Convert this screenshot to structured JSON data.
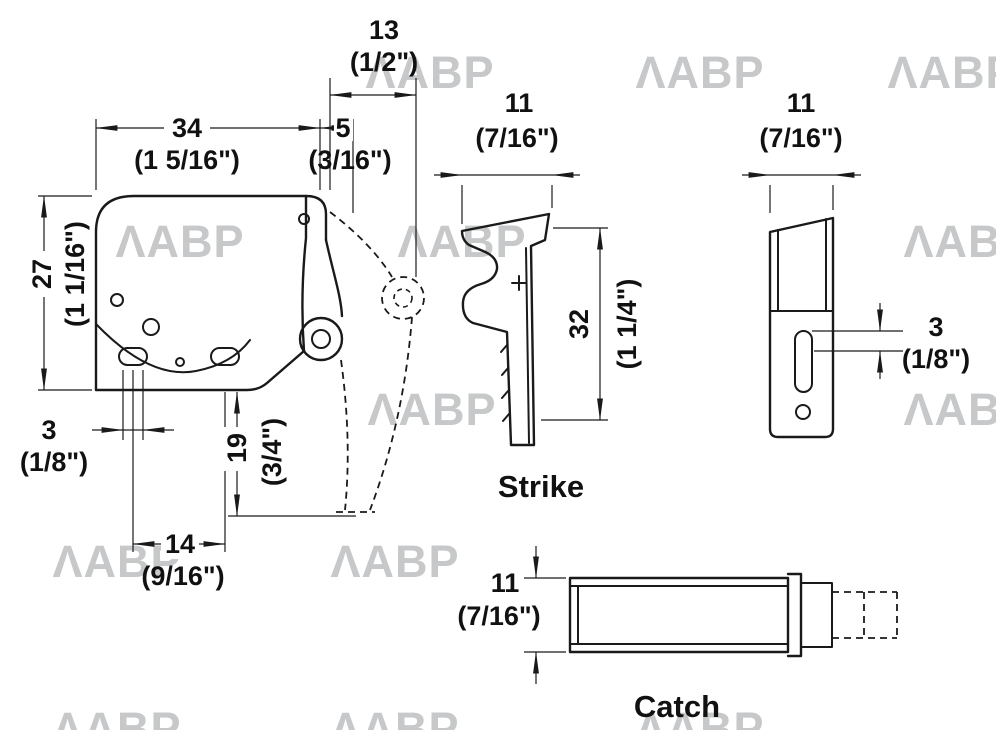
{
  "watermark": {
    "text": "ΛABP",
    "color": "#c6c8ca"
  },
  "drawing_color": "#1a1a1a",
  "latch_view": {
    "dim_13": {
      "mm": "13",
      "inch": "(1/2\")"
    },
    "dim_34": {
      "mm": "34",
      "inch": "(1 5/16\")"
    },
    "dim_5": {
      "mm": "5",
      "inch": "(3/16\")"
    },
    "dim_27": {
      "mm": "27",
      "inch": "(1 1/16\")"
    },
    "dim_3": {
      "mm": "3",
      "inch": "(1/8\")"
    },
    "dim_19": {
      "mm": "19",
      "inch": "(3/4\")"
    },
    "dim_14": {
      "mm": "14",
      "inch": "(9/16\")"
    }
  },
  "strike_side_view": {
    "label": "Strike",
    "dim_11": {
      "mm": "11",
      "inch": "(7/16\")"
    },
    "dim_32": {
      "mm": "32",
      "inch": "(1 1/4\")"
    }
  },
  "strike_front_view": {
    "dim_11": {
      "mm": "11",
      "inch": "(7/16\")"
    },
    "dim_3": {
      "mm": "3",
      "inch": "(1/8\")"
    }
  },
  "catch_view": {
    "label": "Catch",
    "dim_11": {
      "mm": "11",
      "inch": "(7/16\")"
    }
  }
}
